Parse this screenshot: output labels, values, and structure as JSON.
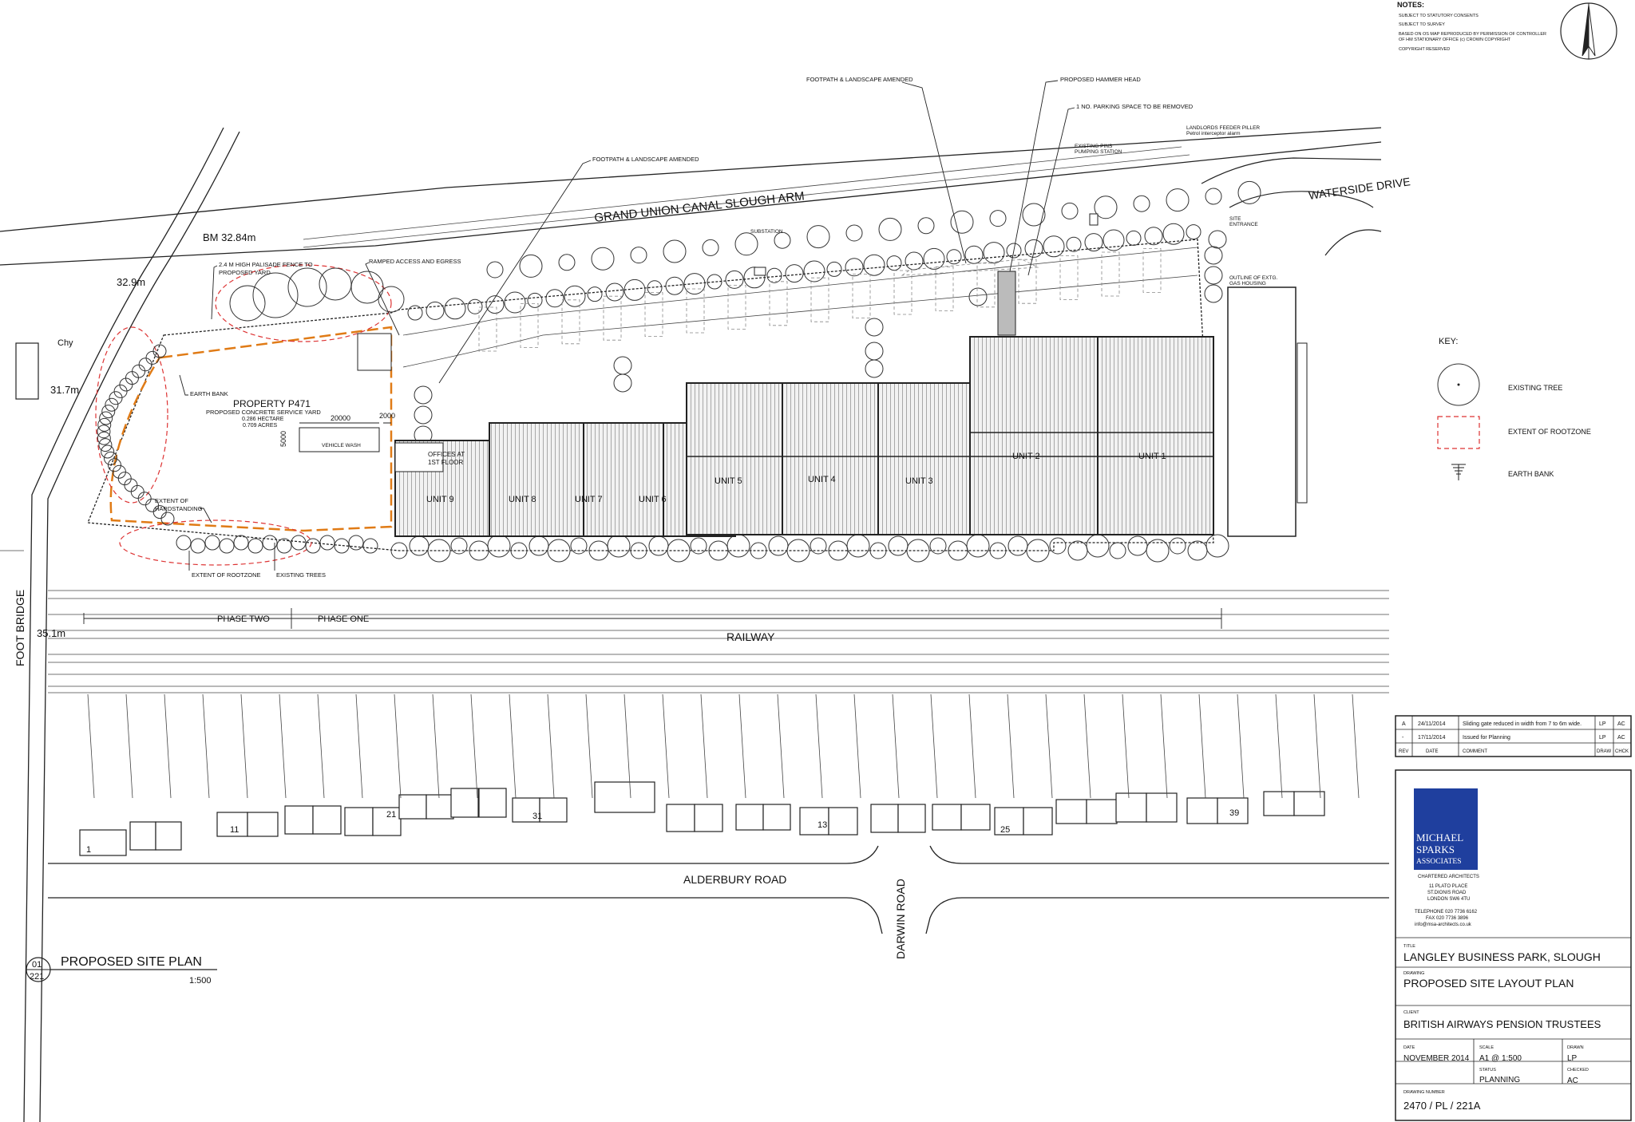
{
  "notes": {
    "heading": "NOTES:",
    "lines": [
      "SUBJECT TO STATUTORY CONSENTS",
      "SUBJECT TO SURVEY",
      "BASED ON OS MAP REPRODUCED BY PERMISSION OF CONTROLLER",
      "OF HM STATIONARY OFFICE (c) CROWN COPYRIGHT",
      "COPYRIGHT RESERVED"
    ]
  },
  "map_labels": {
    "canal": "GRAND UNION CANAL SLOUGH ARM",
    "waterside": "WATERSIDE DRIVE",
    "railway": "RAILWAY",
    "alderbury": "ALDERBURY ROAD",
    "darwin": "DARWIN ROAD",
    "foot_bridge": "FOOT BRIDGE",
    "bm": "BM 32.84m",
    "level_329": "32.9m",
    "level_317": "31.7m",
    "level_351": "35.1m",
    "chy": "Chy",
    "phase_two": "PHASE TWO",
    "phase_one": "PHASE ONE",
    "property": "PROPERTY P471",
    "property_sub1": "PROPOSED CONCRETE SERVICE YARD",
    "property_sub2": "0.286 HECTARE",
    "property_sub3": "0.709 ACRES",
    "dim_20000": "20000",
    "dim_2000": "2000",
    "dim_5000": "5000",
    "vehicle_wash": "VEHICLE WASH",
    "offices_1": "OFFICES AT",
    "offices_2": "1ST FLOOR",
    "units": [
      "UNIT 9",
      "UNIT 8",
      "UNIT 7",
      "UNIT 6",
      "UNIT 5",
      "UNIT 4",
      "UNIT 3",
      "UNIT 2",
      "UNIT 1"
    ],
    "house_numbers": [
      "1",
      "11",
      "21",
      "31",
      "13",
      "25",
      "39"
    ],
    "substation": "SUBSTATION",
    "site_entrance_1": "SITE",
    "site_entrance_2": "ENTRANCE",
    "gas_1": "OUTLINE OF EXTG.",
    "gas_2": "GAS HOUSING",
    "pumping_1": "EXISTING PINS",
    "pumping_2": "PUMPING STATION",
    "feeder_1": "LANDLORDS FEEDER PILLER",
    "feeder_2": "Petrol interceptor alarm"
  },
  "annotations": {
    "footpath_a": "FOOTPATH & LANDSCAPE AMENDED",
    "footpath_b": "FOOTPATH & LANDSCAPE AMENDED",
    "hammer_head": "PROPOSED HAMMER HEAD",
    "parking_removed": "1 NO. PARKING SPACE TO BE REMOVED",
    "ramped_access": "RAMPED ACCESS AND EGRESS",
    "fence_1": "2.4 M HIGH PALISADE FENCE TO",
    "fence_2": "PROPOSED YARD",
    "earth_bank": "EARTH BANK",
    "extent_hard_1": "EXTENT OF",
    "extent_hard_2": "HARDSTANDING",
    "extent_root": "EXTENT OF ROOTZONE",
    "existing_trees": "EXISTING TREES"
  },
  "key": {
    "title": "KEY:",
    "items": [
      "EXISTING TREE",
      "EXTENT OF ROOTZONE",
      "EARTH BANK"
    ]
  },
  "drawing_title": {
    "num_top": "01",
    "num_bottom": "221",
    "title": "PROPOSED SITE PLAN",
    "scale": "1:500"
  },
  "revisions": {
    "rows": [
      {
        "rev": "A",
        "date": "24/11/2014",
        "comment": "Sliding gate reduced in width from 7 to 6m wide.",
        "draw": "LP",
        "chck": "AC"
      },
      {
        "rev": "-",
        "date": "17/11/2014",
        "comment": "Issued for Planning",
        "draw": "LP",
        "chck": "AC"
      }
    ],
    "headers": {
      "rev": "REV",
      "date": "DATE",
      "comment": "COMMENT",
      "draw": "DRAW",
      "chck": "CHCK"
    }
  },
  "firm": {
    "logo_1": "MICHAEL",
    "logo_2": "SPARKS",
    "logo_3": "ASSOCIATES",
    "type": "CHARTERED ARCHITECTS",
    "addr_1": "11 PLATO PLACE",
    "addr_2": "ST.DIONIS ROAD",
    "addr_3": "LONDON SW6 4TU",
    "tel": "TELEPHONE 020 7736 6162",
    "fax": "FAX 020 7736 3896",
    "email": "info@msa-architects.co.uk",
    "logo_color": "#1f3f9e"
  },
  "title_block": {
    "title_label": "TITLE",
    "title": "LANGLEY BUSINESS PARK, SLOUGH",
    "drawing_label": "DRAWING",
    "drawing": "PROPOSED SITE LAYOUT PLAN",
    "client_label": "CLIENT",
    "client": "BRITISH AIRWAYS PENSION TRUSTEES",
    "date_label": "DATE",
    "date": "NOVEMBER 2014",
    "scale_label": "SCALE",
    "scale": "A1 @ 1:500",
    "drawn_label": "DRAWN",
    "drawn": "LP",
    "status_label": "STATUS",
    "status": "PLANNING",
    "checked_label": "CHECKED",
    "checked": "AC",
    "number_label": "DRAWING NUMBER",
    "number": "2470 / PL / 221A"
  }
}
